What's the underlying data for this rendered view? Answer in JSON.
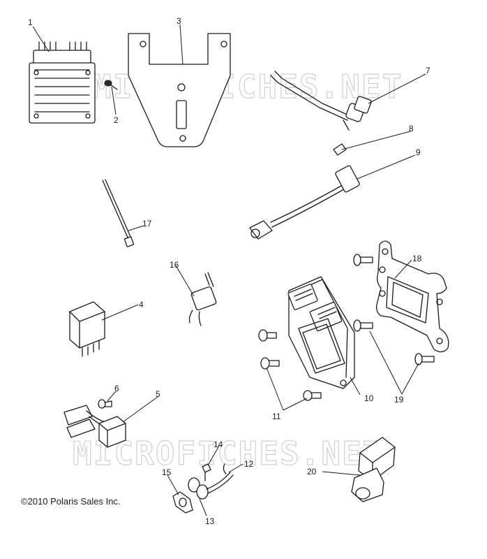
{
  "watermarks": [
    "MICROFICHES.NET",
    "MICROFICHES.NET"
  ],
  "copyright": "©2010 Polaris Sales Inc.",
  "callouts": {
    "c1": "1",
    "c2": "2",
    "c3": "3",
    "c4": "4",
    "c5": "5",
    "c6": "6",
    "c7": "7",
    "c8": "8",
    "c9": "9",
    "c10": "10",
    "c11": "11",
    "c12": "12",
    "c13": "13",
    "c14": "14",
    "c15": "15",
    "c16": "16",
    "c17": "17",
    "c18": "18",
    "c19": "19",
    "c20": "20"
  }
}
